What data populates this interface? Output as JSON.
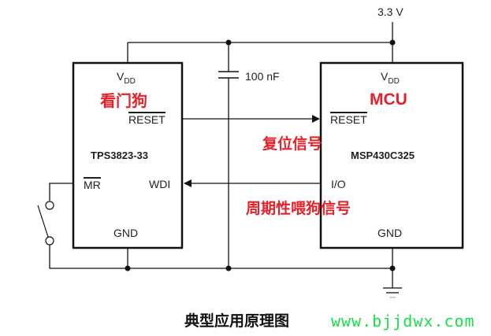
{
  "supply": {
    "label": "3.3 V"
  },
  "capacitor": {
    "label": "100 nF"
  },
  "watchdog_chip": {
    "vdd_label": "V",
    "vdd_sub": "DD",
    "annotation": "看门狗",
    "reset_pin": "RESET",
    "part_number": "TPS3823-33",
    "mr_pin": "MR",
    "wdi_pin": "WDI",
    "gnd_pin": "GND"
  },
  "mcu_chip": {
    "vdd_label": "V",
    "vdd_sub": "DD",
    "annotation": "MCU",
    "reset_pin": "RESET",
    "part_number": "MSP430C325",
    "io_pin": "I/O",
    "gnd_pin": "GND"
  },
  "signals": {
    "reset_signal": "复位信号",
    "feed_signal": "周期性喂狗信号"
  },
  "caption": "典型应用原理图",
  "watermark": "www.bjjdwx.com",
  "colors": {
    "annotation": "#e8202a",
    "watermark": "#19e04a",
    "wire": "#111111"
  }
}
